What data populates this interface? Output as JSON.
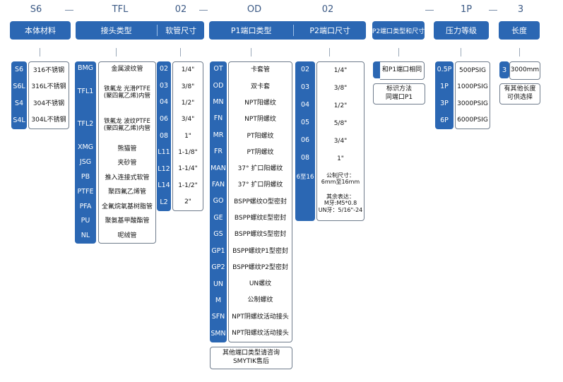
{
  "codes": {
    "material": "S6",
    "connector": "TFL",
    "hose_size": "02",
    "port1": "OD",
    "port2": "02",
    "pressure": "1P",
    "length": "3"
  },
  "headers": {
    "material": "本体材料",
    "connector": "接头类型",
    "hose_size": "软管尺寸",
    "port1": "P1端口类型",
    "port2": "P2端口尺寸",
    "port2_type": "P2端口类型和尺寸",
    "pressure": "压力等级",
    "length": "长度"
  },
  "material": [
    {
      "code": "S6",
      "desc": "316不锈钢"
    },
    {
      "code": "S6L",
      "desc": "316L不锈钢"
    },
    {
      "code": "S4",
      "desc": "304不锈钢"
    },
    {
      "code": "S4L",
      "desc": "304L不锈钢"
    }
  ],
  "connector": [
    {
      "code": "BMG",
      "desc": "金属波纹管"
    },
    {
      "code": "TFL1",
      "desc": "铁氟龙 光滑PTFE\n(聚四氟乙烯)内管"
    },
    {
      "code": "TFL2",
      "desc": "铁氟龙 波纹PTFE\n(聚四氟乙烯)内管"
    },
    {
      "code": "XMG",
      "desc": "熊猫管"
    },
    {
      "code": "JSG",
      "desc": "夹砂管"
    },
    {
      "code": "PB",
      "desc": "推入连接式软管"
    },
    {
      "code": "PTFE",
      "desc": "聚四氟乙烯管"
    },
    {
      "code": "PFA",
      "desc": "全氟烷氧基树脂管"
    },
    {
      "code": "PU",
      "desc": "聚氨基甲酸酯管"
    },
    {
      "code": "NL",
      "desc": "呢绒管"
    }
  ],
  "hose_size": [
    {
      "code": "02",
      "desc": "1/4\""
    },
    {
      "code": "03",
      "desc": "3/8\""
    },
    {
      "code": "04",
      "desc": "1/2\""
    },
    {
      "code": "06",
      "desc": "3/4\""
    },
    {
      "code": "08",
      "desc": "1\""
    },
    {
      "code": "L11",
      "desc": "1-1/8\""
    },
    {
      "code": "L12",
      "desc": "1-1/4\""
    },
    {
      "code": "L14",
      "desc": "1-1/2\""
    },
    {
      "code": "L2",
      "desc": "2\""
    }
  ],
  "port1": [
    {
      "code": "OT",
      "desc": "卡套管"
    },
    {
      "code": "OD",
      "desc": "双卡套"
    },
    {
      "code": "MN",
      "desc": "NPT阳螺纹"
    },
    {
      "code": "FN",
      "desc": "NPT阴螺纹"
    },
    {
      "code": "MR",
      "desc": "PT阳螺纹"
    },
    {
      "code": "FR",
      "desc": "PT阴螺纹"
    },
    {
      "code": "MAN",
      "desc": "37° 扩口阳螺纹"
    },
    {
      "code": "FAN",
      "desc": "37° 扩口阴螺纹"
    },
    {
      "code": "GO",
      "desc": "BSPP螺纹O型密封"
    },
    {
      "code": "GE",
      "desc": "BSPP螺纹E型密封"
    },
    {
      "code": "GS",
      "desc": "BSPP螺纹S型密封"
    },
    {
      "code": "GP1",
      "desc": "BSPP螺纹P1型密封"
    },
    {
      "code": "GP2",
      "desc": "BSPP螺纹P2型密封"
    },
    {
      "code": "UN",
      "desc": "UN螺纹"
    },
    {
      "code": "M",
      "desc": "公制螺纹"
    },
    {
      "code": "SFN",
      "desc": "NPT阴螺纹活动接头"
    },
    {
      "code": "SMN",
      "desc": "NPT阳螺纹活动接头"
    }
  ],
  "port1_note": "其他端口类型请咨询\nSMYTIK售后",
  "port2": [
    {
      "code": "02",
      "desc": "1/4\""
    },
    {
      "code": "03",
      "desc": "3/8\""
    },
    {
      "code": "04",
      "desc": "1/2\""
    },
    {
      "code": "05",
      "desc": "5/8\""
    },
    {
      "code": "06",
      "desc": "3/4\""
    },
    {
      "code": "08",
      "desc": "1\""
    }
  ],
  "port2_extra": {
    "code": "6至16",
    "metric": "公制尺寸：\n6mm至16mm",
    "other": "其余表达：\nM牙:M5*0.8\nUN牙：5/16\"-24"
  },
  "port2_type": {
    "same": "和P1端口相同",
    "note": "标识方法\n同端口P1"
  },
  "pressure": [
    {
      "code": "0.5P",
      "desc": "500PSIG"
    },
    {
      "code": "1P",
      "desc": "1000PSIG"
    },
    {
      "code": "3P",
      "desc": "3000PSIG"
    },
    {
      "code": "6P",
      "desc": "6000PSIG"
    }
  ],
  "length": {
    "code": "3",
    "desc": "3000mm",
    "note": "有其他长度\n可供选择"
  },
  "colors": {
    "primary_blue": "#2b67b3",
    "border": "#6f7c8c"
  }
}
